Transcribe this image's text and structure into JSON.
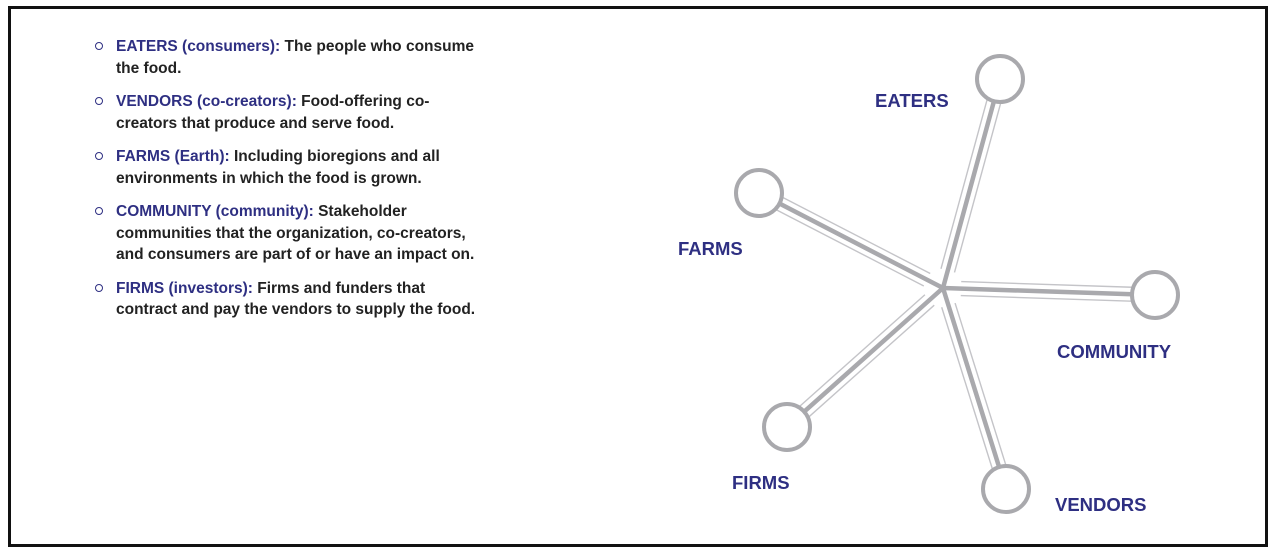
{
  "items": [
    {
      "term": "EATERS (consumers):",
      "desc": " The people who consume the food."
    },
    {
      "term": "VENDORS (co-creators):",
      "desc": " Food-offering co-creators that produce and serve food."
    },
    {
      "term": "FARMS (Earth):",
      "desc": " Including bioregions and all environments in which the food is grown."
    },
    {
      "term": "COMMUNITY (community):",
      "desc": " Stakeholder communities that the organization, co-creators, and consumers are part of or have an impact on."
    },
    {
      "term": "FIRMS (investors):",
      "desc": " Firms and funders that contract and pay the vendors to supply the food."
    }
  ],
  "diagram": {
    "labels": {
      "eaters": "EATERS",
      "farms": "FARMS",
      "community": "COMMUNITY",
      "firms": "FIRMS",
      "vendors": "VENDORS"
    },
    "colors": {
      "label": "#2e2f82",
      "spoke": "#a9a9ad",
      "spoke_outline": "#c4c4c8",
      "node_ring": "#a9a9ad"
    }
  }
}
